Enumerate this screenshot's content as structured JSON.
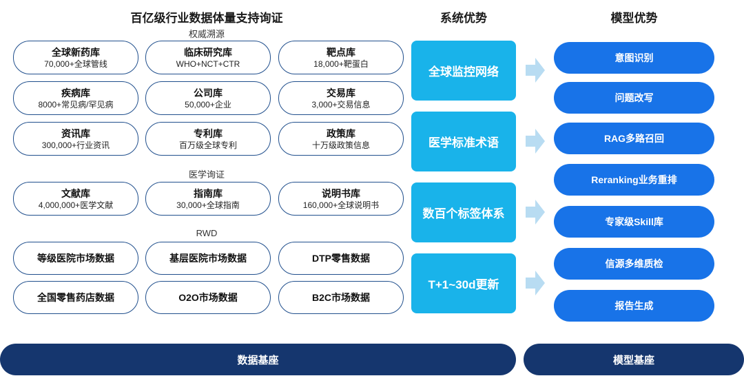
{
  "headings": {
    "data_title": "百亿级行业数据体量支持询证",
    "system_title": "系统优势",
    "model_title": "模型优势"
  },
  "sections": {
    "authority": "权威溯源",
    "medical": "医学询证",
    "rwd": "RWD"
  },
  "db_rows": [
    [
      {
        "title": "全球新药库",
        "sub": "70,000+全球管线"
      },
      {
        "title": "临床研究库",
        "sub": "WHO+NCT+CTR"
      },
      {
        "title": "靶点库",
        "sub": "18,000+靶蛋白"
      }
    ],
    [
      {
        "title": "疾病库",
        "sub": "8000+常见病/罕见病"
      },
      {
        "title": "公司库",
        "sub": "50,000+企业"
      },
      {
        "title": "交易库",
        "sub": "3,000+交易信息"
      }
    ],
    [
      {
        "title": "资讯库",
        "sub": "300,000+行业资讯"
      },
      {
        "title": "专利库",
        "sub": "百万级全球专利"
      },
      {
        "title": "政策库",
        "sub": "十万级政策信息"
      }
    ],
    [
      {
        "title": "文献库",
        "sub": "4,000,000+医学文献"
      },
      {
        "title": "指南库",
        "sub": "30,000+全球指南"
      },
      {
        "title": "说明书库",
        "sub": "160,000+全球说明书"
      }
    ]
  ],
  "rwd_rows": [
    [
      "等级医院市场数据",
      "基层医院市场数据",
      "DTP零售数据"
    ],
    [
      "全国零售药店数据",
      "O2O市场数据",
      "B2C市场数据"
    ]
  ],
  "system_items": [
    "全球监控网络",
    "医学标准术语",
    "数百个标签体系",
    "T+1~30d更新"
  ],
  "model_items": [
    "意图识别",
    "问题改写",
    "RAG多路召回",
    "Reranking业务重排",
    "专家级Skill库",
    "信源多维质检",
    "报告生成"
  ],
  "bases": {
    "data_base": "数据基座",
    "model_base": "模型基座"
  },
  "colors": {
    "pill_border": "#1f4e8c",
    "system_box": "#19b3ea",
    "model_pill": "#1873e8",
    "base_bar": "#15366e",
    "arrow": "#b8dcf2"
  }
}
